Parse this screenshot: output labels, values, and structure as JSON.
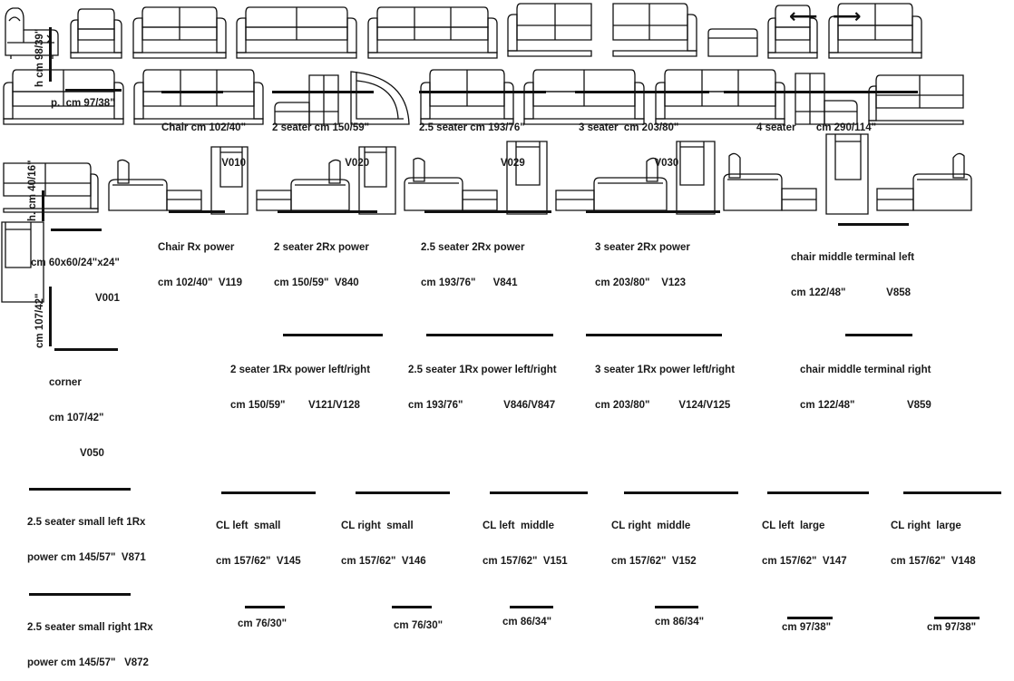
{
  "row1": {
    "height_label": "h cm 98/39\"",
    "depth_label": "p.  cm 97/38\"",
    "items": [
      {
        "lines": [
          "Chair cm 102/40\"",
          "V010"
        ]
      },
      {
        "lines": [
          "2 seater cm 150/59\"",
          "V020"
        ]
      },
      {
        "lines": [
          "2.5 seater cm 193/76\"",
          "V029"
        ]
      },
      {
        "lines": [
          "3 seater  cm 203/80\"",
          "V030"
        ]
      },
      {
        "lines": [
          "4 seater       cm 290/114\""
        ]
      }
    ]
  },
  "row2": {
    "height_label": "h. cm 40/16\"",
    "items": [
      {
        "lines": [
          "cm 60x60/24\"x24\"",
          "V001"
        ]
      },
      {
        "lines": [
          "Chair Rx power",
          "cm 102/40\"  V119"
        ]
      },
      {
        "lines": [
          "2 seater 2Rx power",
          "cm 150/59\"  V840"
        ]
      },
      {
        "lines": [
          "2.5 seater 2Rx power",
          "cm 193/76\"      V841"
        ]
      },
      {
        "lines": [
          "3 seater 2Rx power",
          "cm 203/80\"    V123"
        ]
      },
      {
        "lines": [
          "chair middle terminal left",
          "cm 122/48\"              V858"
        ]
      }
    ]
  },
  "row3": {
    "height_label": "cm 107/42\"",
    "items": [
      {
        "lines": [
          "corner",
          "cm 107/42\"",
          "V050"
        ]
      },
      {
        "lines": [
          "2 seater 1Rx power left/right",
          "cm 150/59\"        V121/V128"
        ]
      },
      {
        "lines": [
          "2.5 seater 1Rx power left/right",
          "cm 193/76\"              V846/V847"
        ]
      },
      {
        "lines": [
          "3 seater 1Rx power left/right",
          "cm 203/80\"          V124/V125"
        ]
      },
      {
        "lines": [
          "chair middle terminal right",
          "cm 122/48\"                  V859"
        ]
      }
    ]
  },
  "row4": {
    "items": [
      {
        "lines": [
          "2.5 seater small left 1Rx",
          "power cm 145/57\"  V871"
        ]
      },
      {
        "lines": [
          "2.5 seater small right 1Rx",
          "power cm 145/57\"   V872"
        ]
      },
      {
        "lines": [
          "CL left  small",
          "cm 157/62\"  V145"
        ],
        "depth": "cm 76/30\""
      },
      {
        "lines": [
          "CL right  small",
          "cm 157/62\"  V146"
        ],
        "depth": "cm 76/30\""
      },
      {
        "lines": [
          "CL left  middle",
          "cm 157/62\"  V151"
        ],
        "depth": "cm 86/34\""
      },
      {
        "lines": [
          "CL right  middle",
          "cm 157/62\"  V152"
        ],
        "depth": "cm 86/34\""
      },
      {
        "lines": [
          "CL left  large",
          "cm 157/62\"  V147"
        ],
        "depth": "cm 97/38\""
      },
      {
        "lines": [
          "CL right  large",
          "cm 157/62\"  V148"
        ],
        "depth": "cm 97/38\""
      }
    ]
  }
}
